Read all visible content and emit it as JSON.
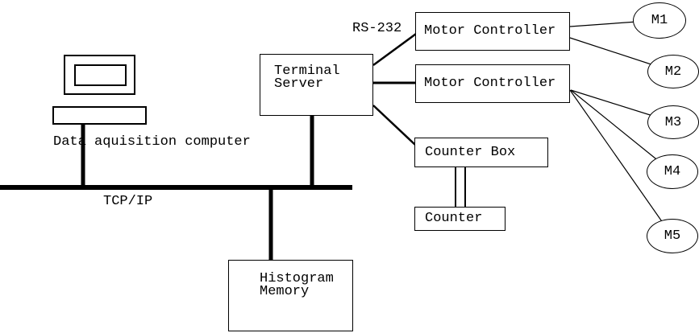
{
  "diagram": {
    "nodes": {
      "terminal_server": {
        "label": "Terminal\nServer"
      },
      "motor_controller_1": {
        "label": "Motor Controller"
      },
      "motor_controller_2": {
        "label": "Motor Controller"
      },
      "counter_box": {
        "label": "Counter Box"
      },
      "counter": {
        "label": "Counter"
      },
      "histogram_memory": {
        "label": "Histogram\nMemory"
      },
      "data_acquisition": {
        "label": "Data aquisition computer"
      }
    },
    "links": {
      "bus_label": "TCP/IP",
      "serial_label": "RS-232"
    },
    "motors": [
      "M1",
      "M2",
      "M3",
      "M4",
      "M5"
    ],
    "colors": {
      "line": "#000000",
      "background": "#ffffff"
    }
  }
}
